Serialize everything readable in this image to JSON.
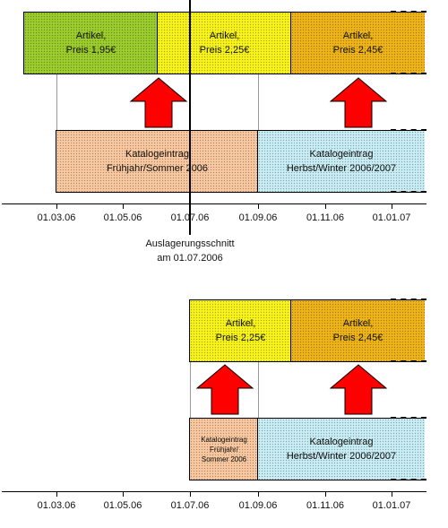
{
  "diagram1": {
    "boxes": {
      "green": "Artikel,\nPreis 1,95€",
      "yellow": "Artikel,\nPreis 2,25€",
      "orange": "Artikel,\nPreis 2,45€",
      "catalog_spring": "Katalogeintrag\nFrühjahr/Sommer 2006",
      "catalog_fall": "Katalogeintrag\nHerbst/Winter 2006/2007"
    },
    "ticks": [
      "01.03.06",
      "01.05.06",
      "01.07.06",
      "01.09.06",
      "01.11.06",
      "01.01.07"
    ],
    "cut_label": "Auslagerungsschnitt\nam 01.07.2006"
  },
  "diagram2": {
    "boxes": {
      "yellow": "Artikel,\nPreis 2,25€",
      "orange": "Artikel,\nPreis 2,45€",
      "catalog_spring": "Katalogeintrag\nFrühjahr/\nSommer 2006",
      "catalog_fall": "Katalogeintrag\nHerbst/Winter 2006/2007"
    },
    "ticks": [
      "01.03.06",
      "01.05.06",
      "01.07.06",
      "01.09.06",
      "01.11.06",
      "01.01.07"
    ]
  },
  "colors": {
    "green": "#9bcc2c",
    "yellow": "#f6f21a",
    "orange": "#edb318",
    "peach": "#f8c79f",
    "cyan": "#c7ecf3",
    "arrow": "#ff0000"
  }
}
